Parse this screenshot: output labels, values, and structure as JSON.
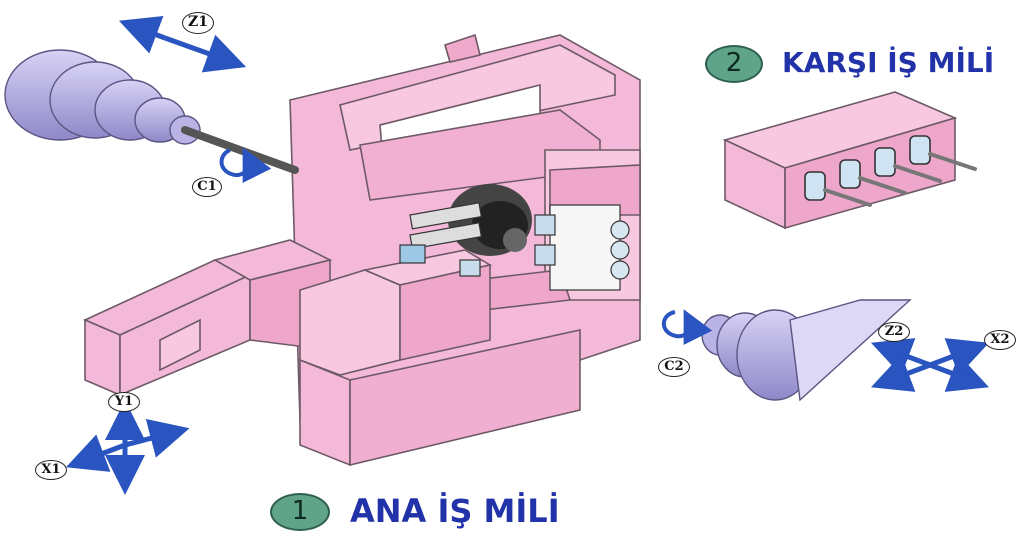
{
  "labels": {
    "spindle1_number": "1",
    "spindle1_title": "ANA İŞ MİLİ",
    "spindle2_number": "2",
    "spindle2_title": "KARŞI İŞ MİLİ"
  },
  "axes": {
    "z1": "Z1",
    "c1": "C1",
    "y1": "Y1",
    "x1": "X1",
    "c2": "C2",
    "z2": "Z2",
    "x2": "X2"
  },
  "colors": {
    "machine_body": "#f4b9d8",
    "machine_edge": "#6d5a66",
    "spindle": "#b9b3e6",
    "arrow": "#2a55c0",
    "badge": "#5fa388",
    "title": "#2233aa"
  }
}
